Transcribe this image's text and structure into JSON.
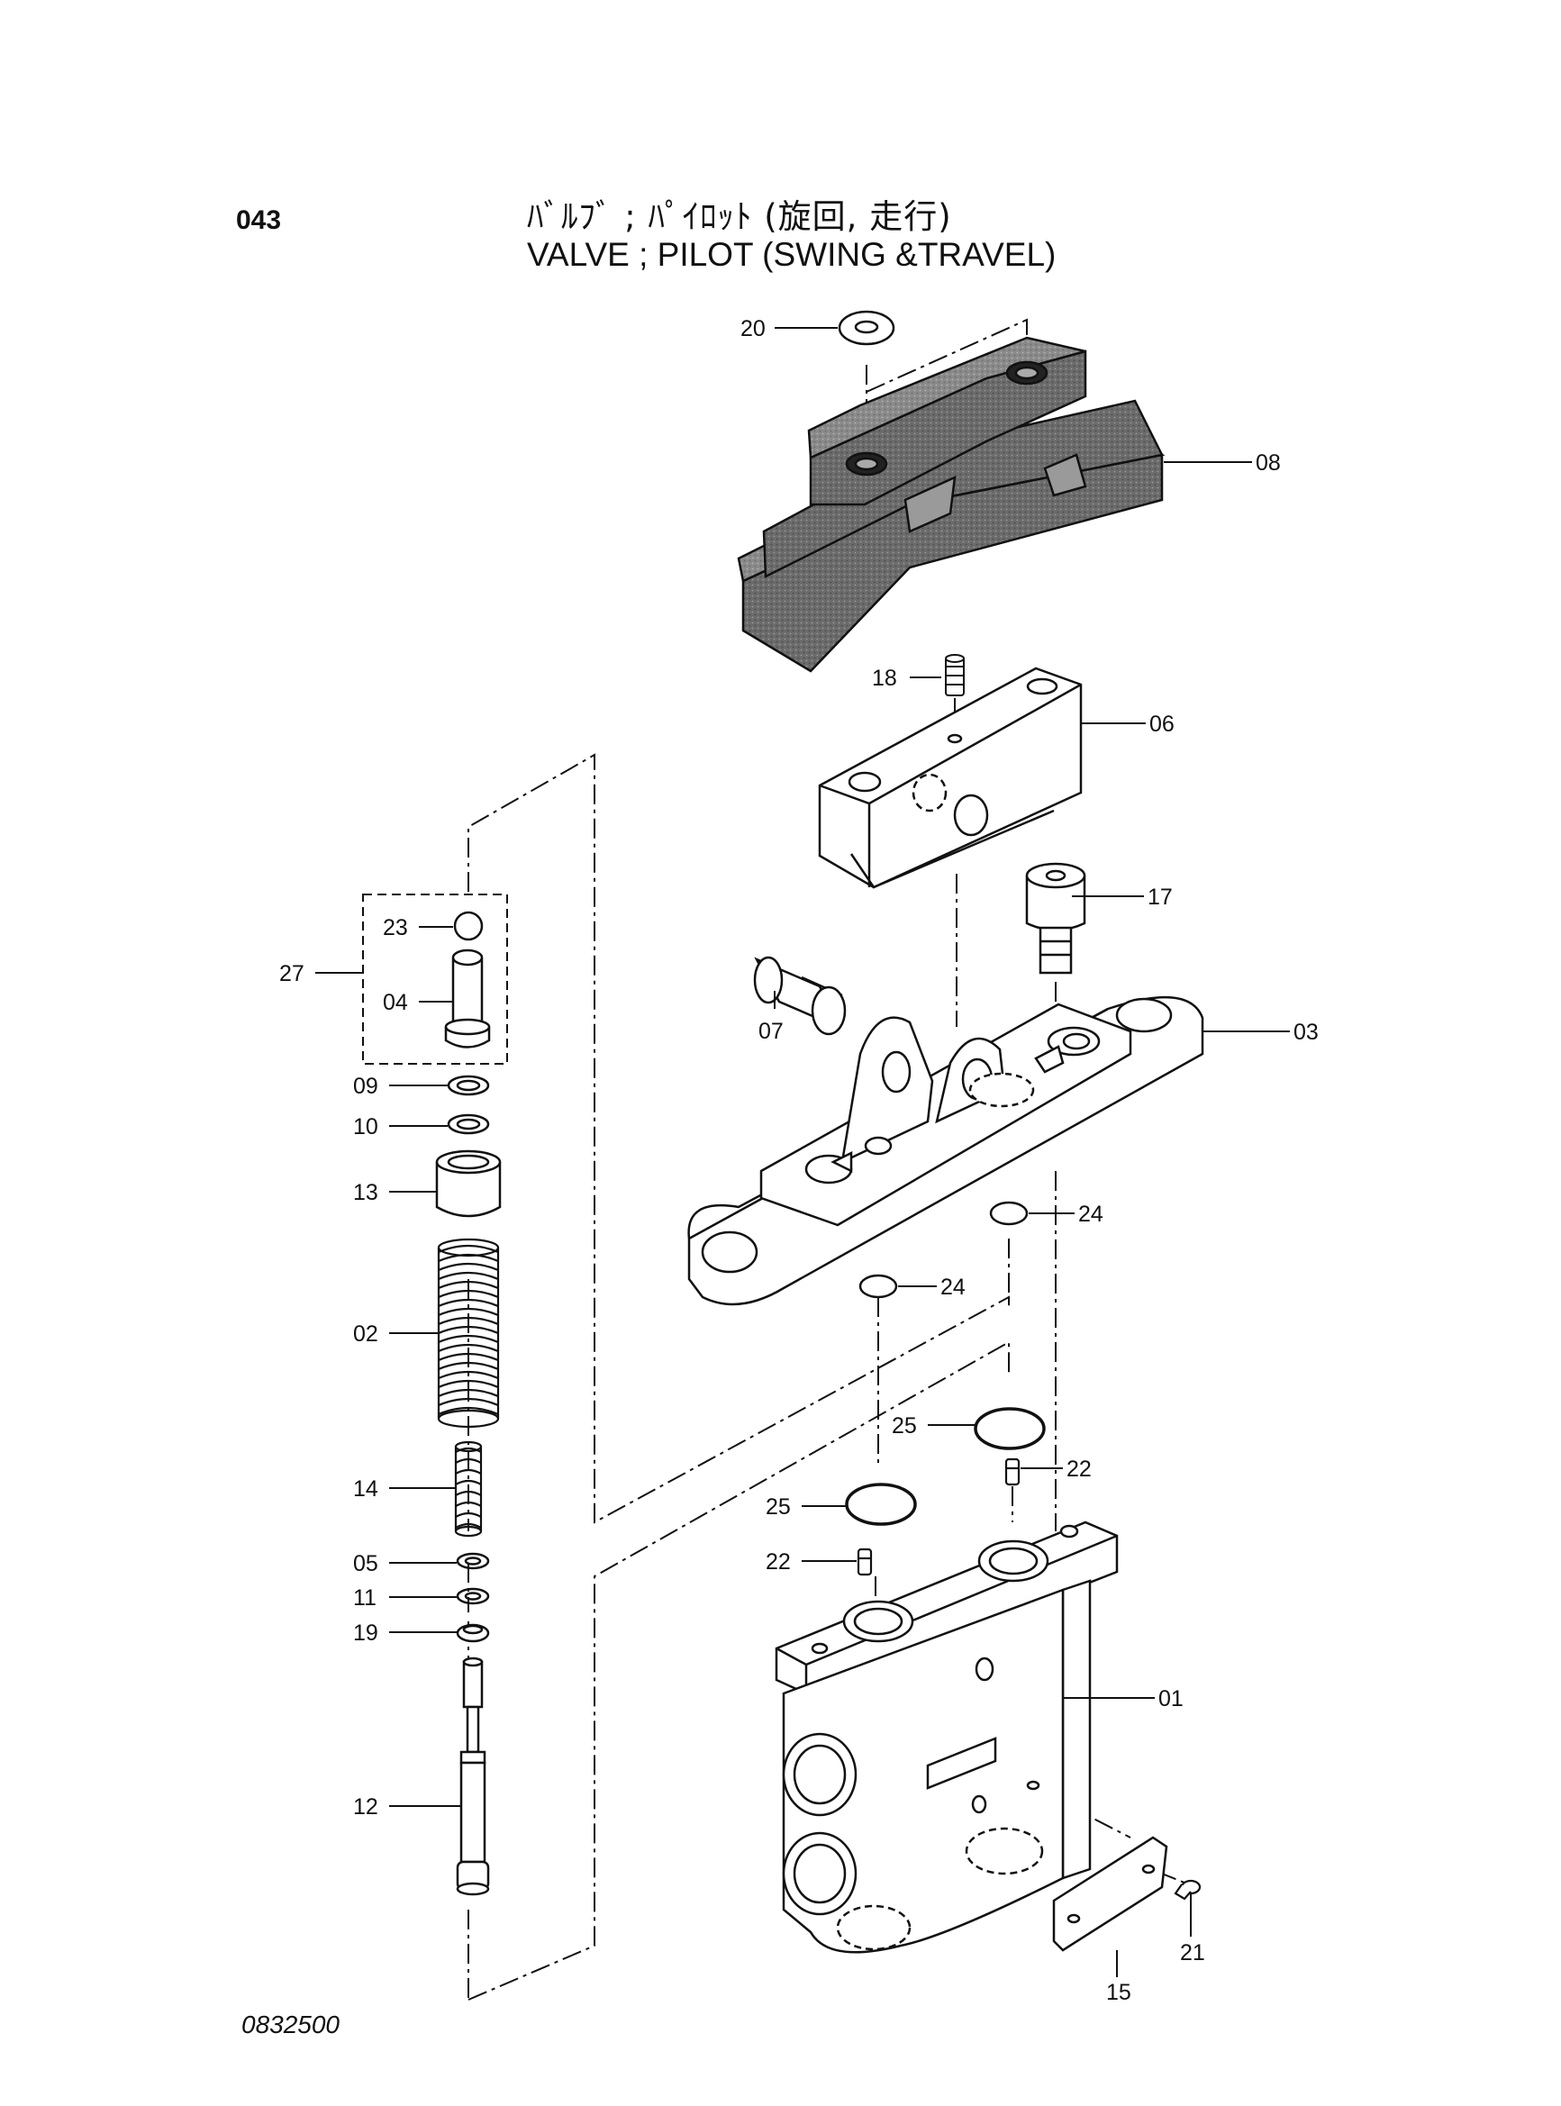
{
  "header": {
    "page_code": "043",
    "title_jp": "ﾊﾞﾙﾌﾞ ; ﾊﾟｲﾛｯﾄ (旋回, 走行)",
    "title_en": "VALVE ; PILOT (SWING &TRAVEL)"
  },
  "footer": {
    "drawing_number": "0832500"
  },
  "callouts": {
    "c20": "20",
    "c08": "08",
    "c18": "18",
    "c06": "06",
    "c17": "17",
    "c07": "07",
    "c03": "03",
    "c24a": "24",
    "c24b": "24",
    "c23": "23",
    "c27": "27",
    "c04": "04",
    "c09": "09",
    "c10": "10",
    "c13": "13",
    "c02": "02",
    "c14": "14",
    "c05": "05",
    "c11": "11",
    "c19": "19",
    "c12": "12",
    "c25a": "25",
    "c25b": "25",
    "c22a": "22",
    "c22b": "22",
    "c01": "01",
    "c15": "15",
    "c21": "21"
  },
  "colors": {
    "ink": "#111111",
    "rubber_boot": "#5e5e5e",
    "rubber_boot_top": "#7a7a7a"
  }
}
